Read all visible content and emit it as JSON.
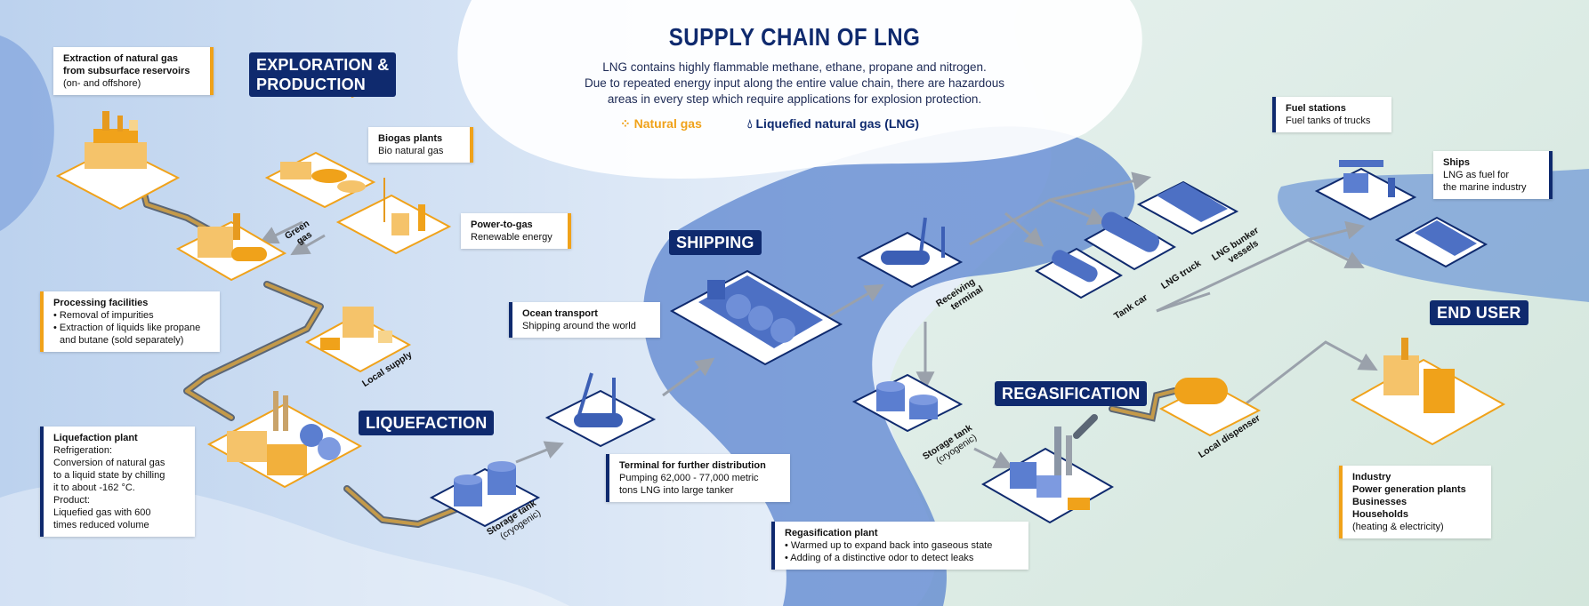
{
  "title": "SUPPLY CHAIN OF LNG",
  "intro": [
    "LNG contains highly flammable methane, ethane, propane and nitrogen.",
    "Due to repeated energy input along the entire value chain, there are hazardous",
    "areas in every step which require applications for explosion protection."
  ],
  "legend": {
    "natural_gas": "Natural gas",
    "lng": "Liquefied natural gas (LNG)"
  },
  "colors": {
    "navy": "#0f2a6e",
    "orange": "#f0a21a",
    "lng_blue": "#5b7ed0",
    "pipe": "#6b7280"
  },
  "stages": {
    "exploration": [
      "EXPLORATION &",
      "PRODUCTION"
    ],
    "liquefaction": "LIQUEFACTION",
    "shipping": "SHIPPING",
    "regasification": "REGASIFICATION",
    "end_user": "END USER"
  },
  "boxes": {
    "extraction": {
      "h1": "Extraction of natural gas",
      "h2": "from subsurface reservoirs",
      "t": "(on- and offshore)"
    },
    "biogas": {
      "h": "Biogas plants",
      "t": "Bio natural gas"
    },
    "power_to_gas": {
      "h": "Power-to-gas",
      "t": "Renewable energy"
    },
    "processing": {
      "h": "Processing facilities",
      "l1": "• Removal of impurities",
      "l2": "• Extraction of liquids like propane",
      "l3": "  and butane (sold separately)"
    },
    "liquefaction": {
      "h": "Liquefaction plant",
      "l1": "Refrigeration:",
      "l2": "Conversion of natural gas",
      "l3": "to a liquid state by chilling",
      "l4": "it to about -162 °C.",
      "l5": "Product:",
      "l6": "Liquefied gas with 600",
      "l7": "times reduced volume"
    },
    "ocean": {
      "h": "Ocean transport",
      "t": "Shipping around the world"
    },
    "terminal": {
      "h": "Terminal for further distribution",
      "l1": "Pumping 62,000 - 77,000 metric",
      "l2": "tons LNG into large tanker"
    },
    "regas_plant": {
      "h": "Regasification plant",
      "l1": "• Warmed up to expand back into gaseous state",
      "l2": "• Adding of a distinctive odor to detect leaks"
    },
    "fuel_stations": {
      "h": "Fuel stations",
      "t": "Fuel tanks of trucks"
    },
    "ships": {
      "h": "Ships",
      "l1": "LNG as fuel for",
      "l2": "the marine industry"
    },
    "end_users": {
      "l1": "Industry",
      "l2": "Power generation plants",
      "l3": "Businesses",
      "l4": "Households",
      "l5": "(heating & electricity)"
    }
  },
  "labels": {
    "green_gas": [
      "Green",
      "gas"
    ],
    "local_supply": "Local supply",
    "storage_tank_1": [
      "Storage tank",
      "(cryogenic)"
    ],
    "receiving_terminal": [
      "Receiving",
      "terminal"
    ],
    "storage_tank_2": [
      "Storage tank",
      "(cryogenic)"
    ],
    "tank_car": "Tank car",
    "lng_truck": "LNG truck",
    "lng_bunker": [
      "LNG bunker",
      "vessels"
    ],
    "local_dispenser": "Local dispenser"
  }
}
